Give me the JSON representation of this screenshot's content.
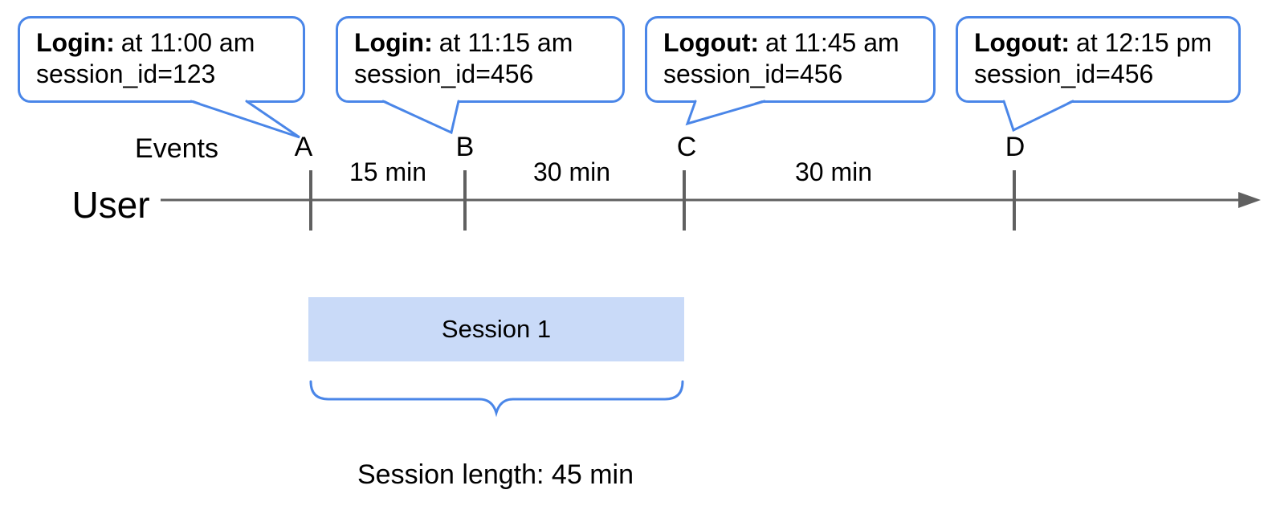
{
  "colors": {
    "bubble_border": "#4a86e8",
    "session_fill": "#c9daf8",
    "axis": "#606060",
    "brace": "#4a86e8",
    "text": "#000000"
  },
  "timeline": {
    "events_label": "Events",
    "user_label": "User",
    "markers": [
      "A",
      "B",
      "C",
      "D"
    ],
    "intervals": [
      "15 min",
      "30 min",
      "30 min"
    ]
  },
  "callouts": [
    {
      "event": "A",
      "action": "Login:",
      "time": "at 11:00 am",
      "session": "session_id=123"
    },
    {
      "event": "B",
      "action": "Login:",
      "time": "at 11:15 am",
      "session": "session_id=456"
    },
    {
      "event": "C",
      "action": "Logout:",
      "time": "at 11:45 am",
      "session": "session_id=456"
    },
    {
      "event": "D",
      "action": "Logout:",
      "time": "at 12:15 pm",
      "session": "session_id=456"
    }
  ],
  "session": {
    "label": "Session 1",
    "length_label": "Session length: 45 min"
  }
}
